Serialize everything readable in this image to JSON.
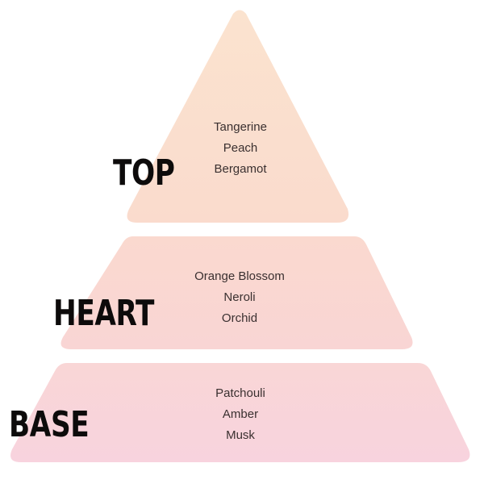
{
  "pyramid": {
    "tiers": [
      {
        "label": "TOP",
        "notes": [
          "Tangerine",
          "Peach",
          "Bergamot"
        ],
        "color_from": "#fbe3cf",
        "color_to": "#fadbcd"
      },
      {
        "label": "HEART",
        "notes": [
          "Orange Blossom",
          "Neroli",
          "Orchid"
        ],
        "color_from": "#fad9cf",
        "color_to": "#f9d5d4"
      },
      {
        "label": "BASE",
        "notes": [
          "Patchouli",
          "Amber",
          "Musk"
        ],
        "color_from": "#f9d6d6",
        "color_to": "#f8d3de"
      }
    ],
    "label_color": "#0d0b0b",
    "note_color": "#3a3030"
  }
}
